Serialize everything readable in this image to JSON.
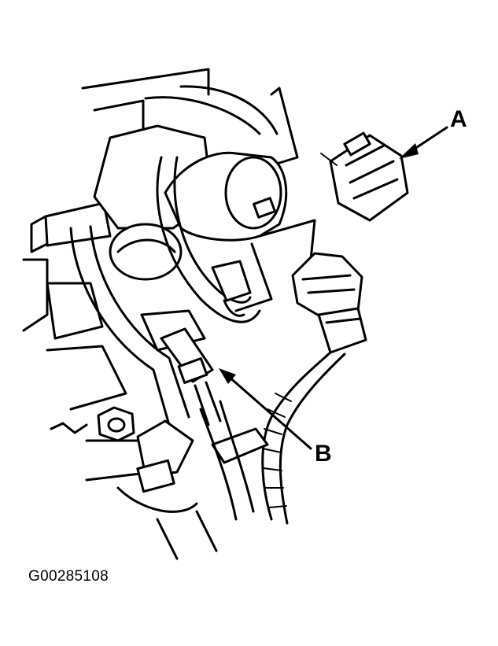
{
  "callouts": {
    "a": "A",
    "b": "B"
  },
  "figure_id": "G00285108"
}
